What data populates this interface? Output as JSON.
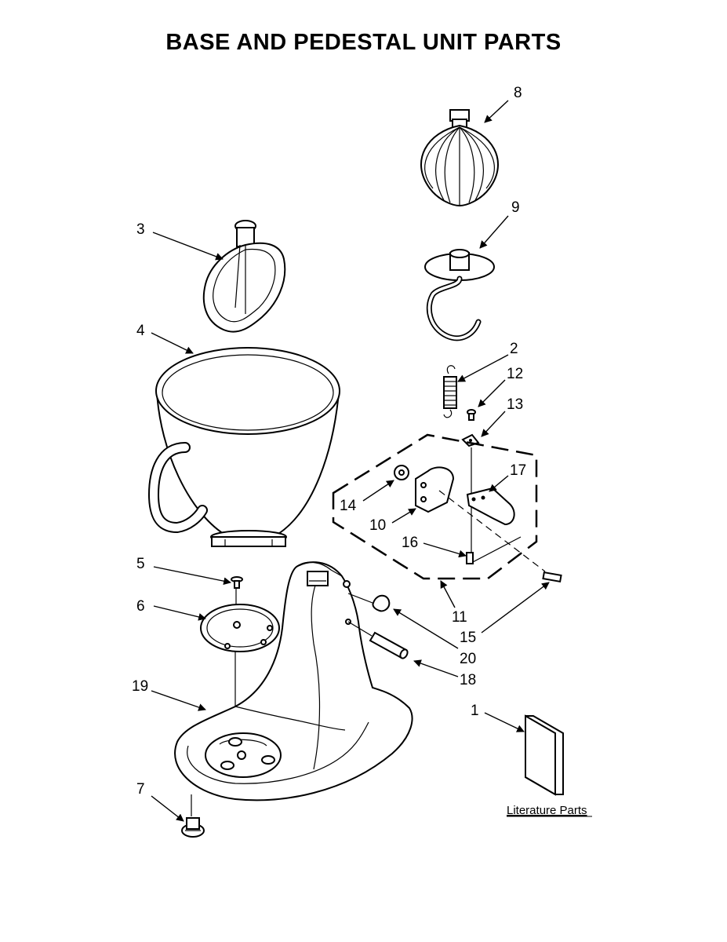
{
  "title": "BASE AND PEDESTAL UNIT PARTS",
  "literature_label": "Literature Parts",
  "callouts": {
    "p1": "1",
    "p2": "2",
    "p3": "3",
    "p4": "4",
    "p5": "5",
    "p6": "6",
    "p7": "7",
    "p8": "8",
    "p9": "9",
    "p10": "10",
    "p11": "11",
    "p12": "12",
    "p13": "13",
    "p14": "14",
    "p15": "15",
    "p16": "16",
    "p17": "17",
    "p18": "18",
    "p19": "19",
    "p20": "20"
  },
  "parts": [
    {
      "id": "flat-beater",
      "callout": "3"
    },
    {
      "id": "bowl",
      "callout": "4"
    },
    {
      "id": "screw",
      "callout": "5"
    },
    {
      "id": "bowl-clamping-plate",
      "callout": "6"
    },
    {
      "id": "foot",
      "callout": "7"
    },
    {
      "id": "wire-whip",
      "callout": "8"
    },
    {
      "id": "dough-hook",
      "callout": "9"
    },
    {
      "id": "spring",
      "callout": "2"
    },
    {
      "id": "pedestal",
      "callout": "19"
    },
    {
      "id": "literature",
      "callout": "1"
    }
  ]
}
